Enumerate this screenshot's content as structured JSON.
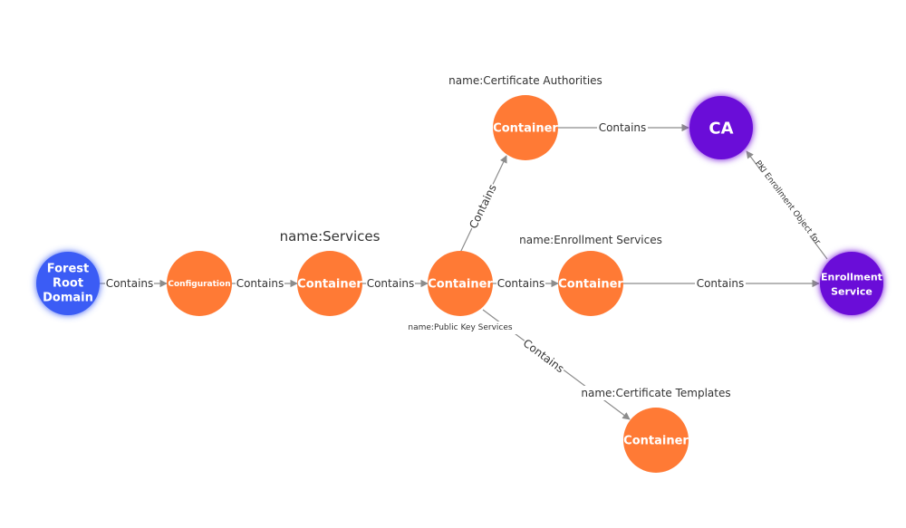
{
  "colors": {
    "forest_root": "#3a5cf5",
    "container": "#ff7a35",
    "ca": "#6a0ad8",
    "edge": "#8c8c8c",
    "label_bg": "#ffffff"
  },
  "nodes": {
    "forest_root": {
      "lines": [
        "Forest",
        "Root",
        "Domain"
      ]
    },
    "configuration": {
      "label": "Configuration"
    },
    "services": {
      "label": "Container",
      "annotation": "name:Services"
    },
    "public_key_services": {
      "label": "Container",
      "annotation": "name:Public Key Services"
    },
    "certificate_authorities": {
      "label": "Container",
      "annotation": "name:Certificate Authorities"
    },
    "enrollment_services": {
      "label": "Container",
      "annotation": "name:Enrollment Services"
    },
    "certificate_templates": {
      "label": "Container",
      "annotation": "name:Certificate Templates"
    },
    "ca": {
      "label": "CA"
    },
    "enrollment_service": {
      "lines": [
        "Enrollment",
        "Service"
      ]
    }
  },
  "edges": {
    "root_to_config": "Contains",
    "config_to_services": "Contains",
    "services_to_pks": "Contains",
    "pks_to_ca_container": "Contains",
    "pks_to_enroll_container": "Contains",
    "pks_to_templates": "Contains",
    "ca_container_to_ca": "Contains",
    "enroll_container_to_service": "Contains",
    "service_to_ca": "PKI Enrollment Object for"
  }
}
